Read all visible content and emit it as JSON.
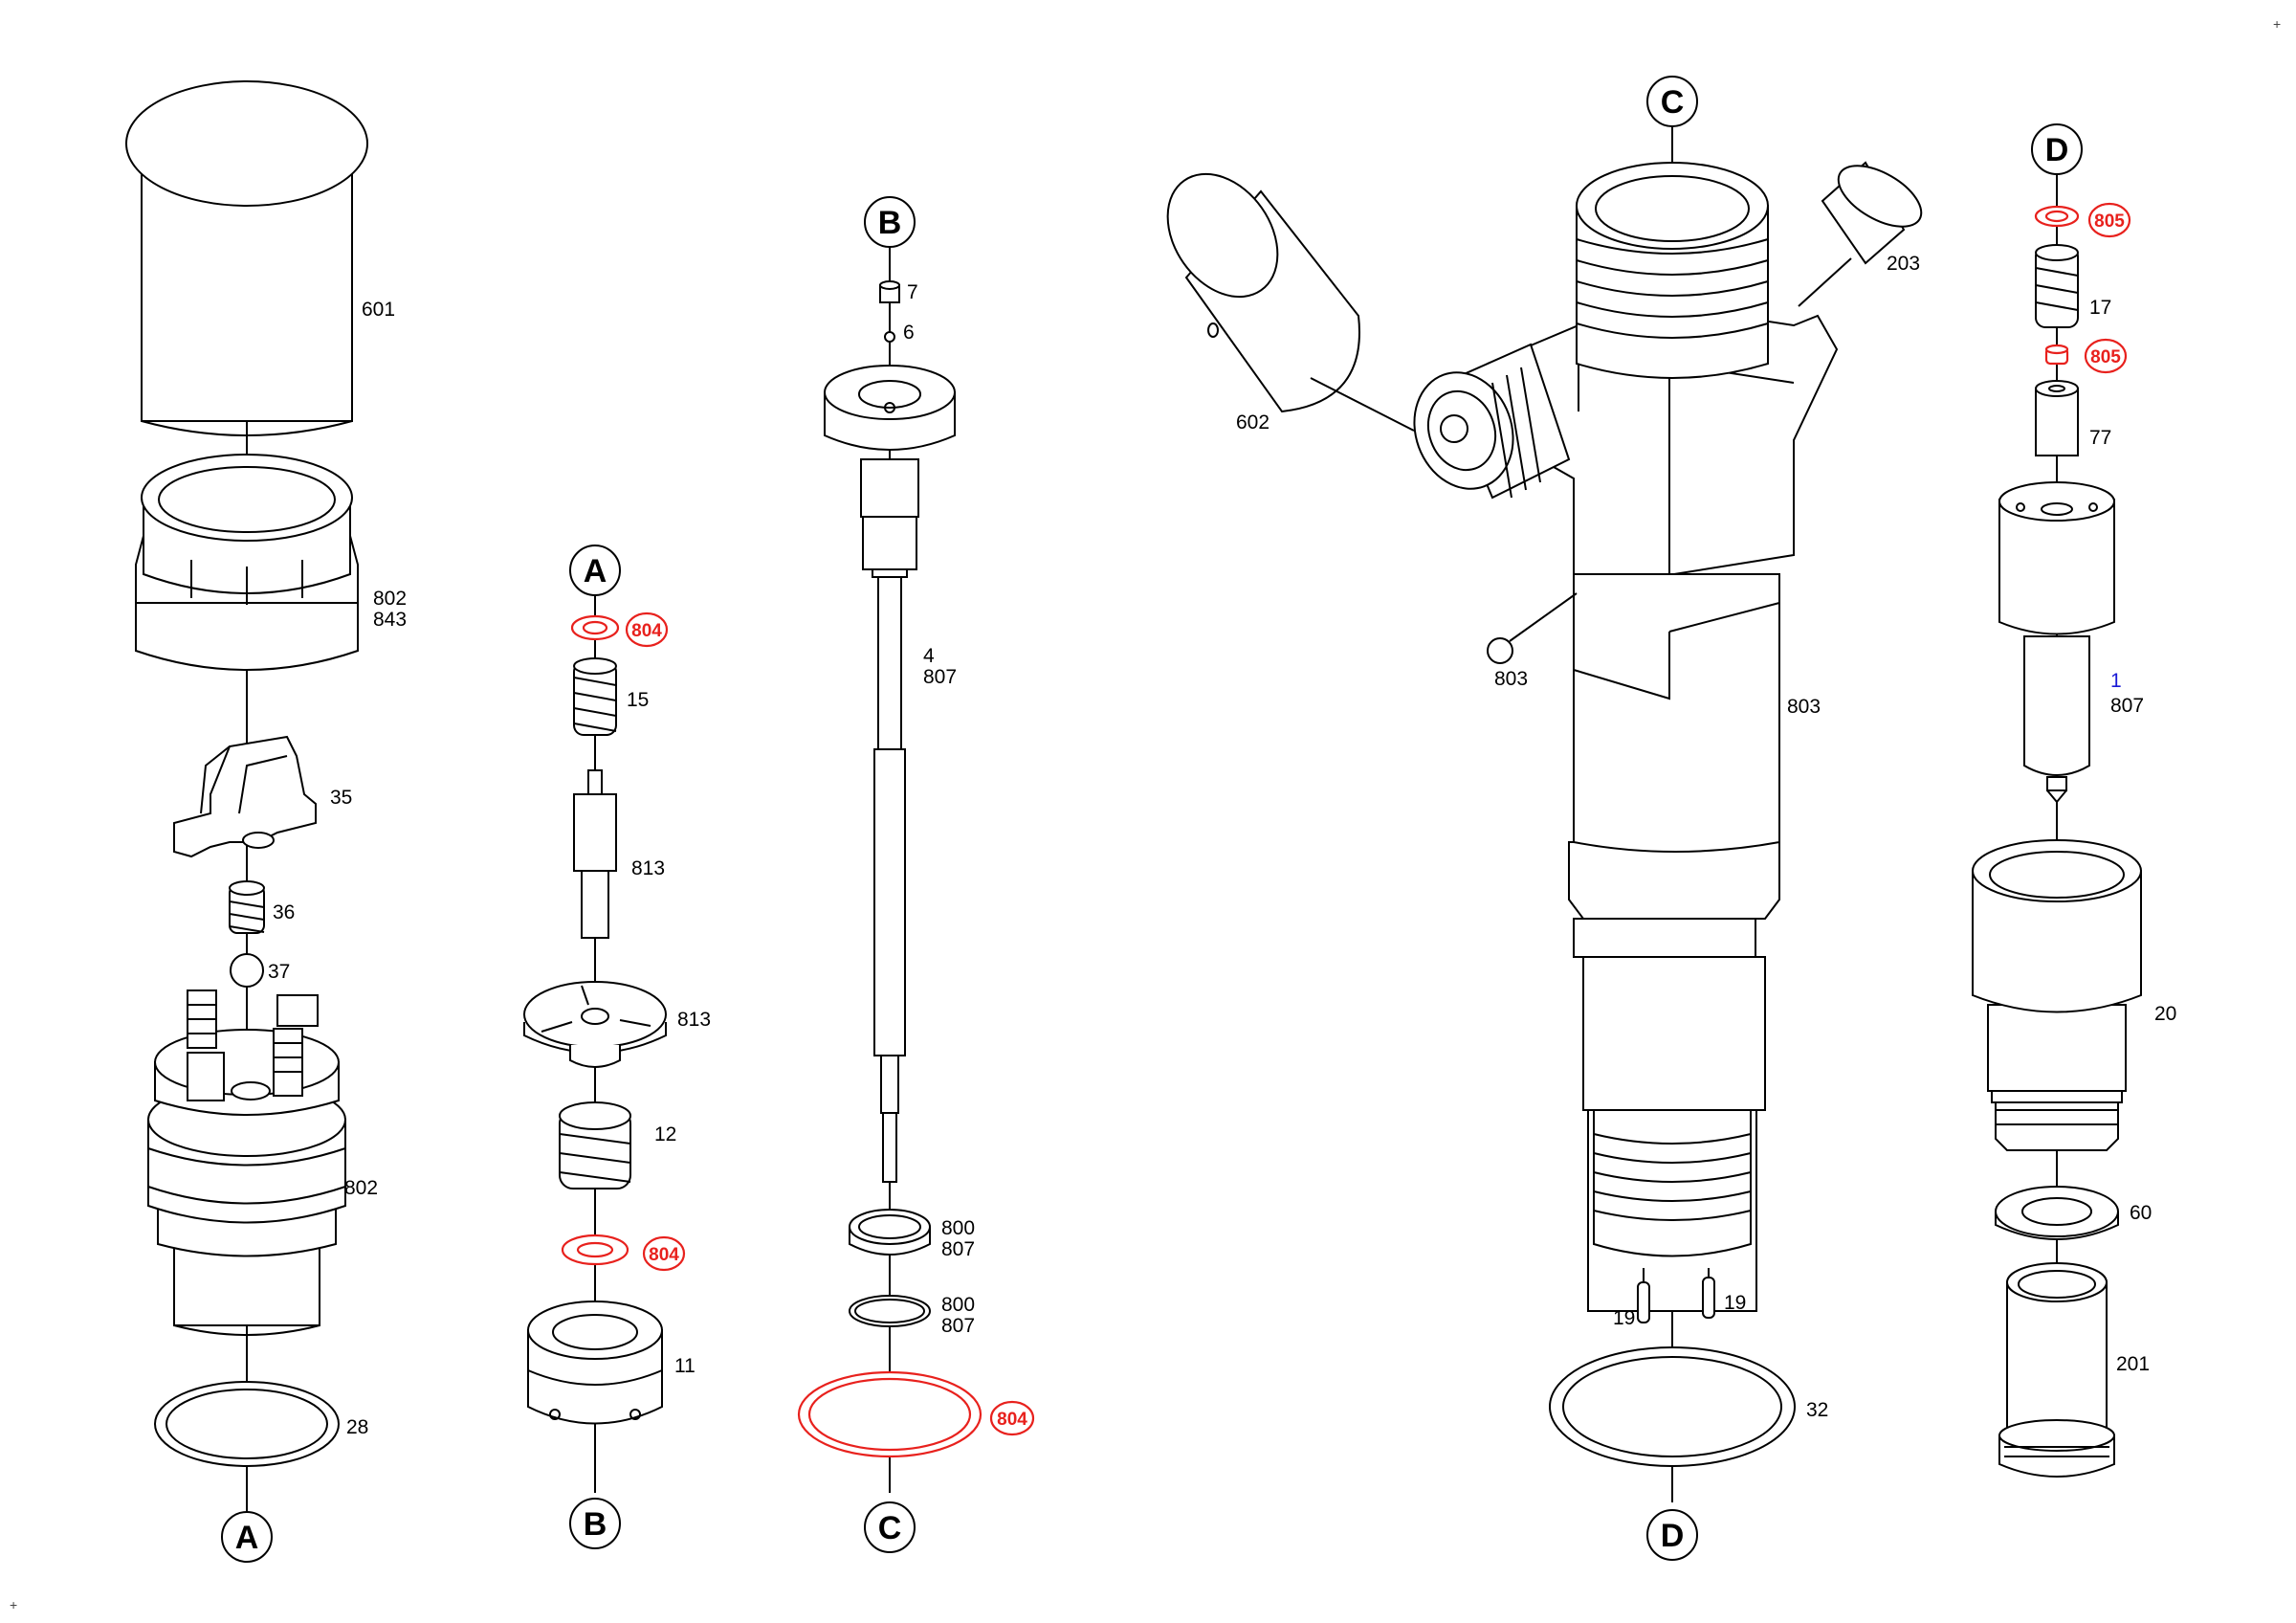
{
  "connectors": {
    "a": "A",
    "b": "B",
    "c": "C",
    "d": "D"
  },
  "corner_marks": [
    "+",
    "+"
  ],
  "callouts": {
    "p601": "601",
    "p802_843_a": "802",
    "p802_843_b": "843",
    "p35": "35",
    "p36": "36",
    "p37": "37",
    "p802": "802",
    "p28": "28",
    "p804_top": "804",
    "p15": "15",
    "p813_pin": "813",
    "p813_plate": "813",
    "p12": "12",
    "p804_mid": "804",
    "p11": "11",
    "p7": "7",
    "p6": "6",
    "p4_807_a": "4",
    "p4_807_b": "807",
    "p800_807_1a": "800",
    "p800_807_1b": "807",
    "p800_807_2a": "800",
    "p800_807_2b": "807",
    "p804_big": "804",
    "p602": "602",
    "p203": "203",
    "p803_ball": "803",
    "p803_body": "803",
    "p19_left": "19",
    "p19_right": "19",
    "p32": "32",
    "p805_top": "805",
    "p17": "17",
    "p805_mid": "805",
    "p77": "77",
    "p1": "1",
    "p807": "807",
    "p20": "20",
    "p60": "60",
    "p201": "201"
  },
  "colors": {
    "line": "#000000",
    "highlight": "#e8211d",
    "blue_label": "#1a1ad6",
    "background": "#ffffff"
  }
}
